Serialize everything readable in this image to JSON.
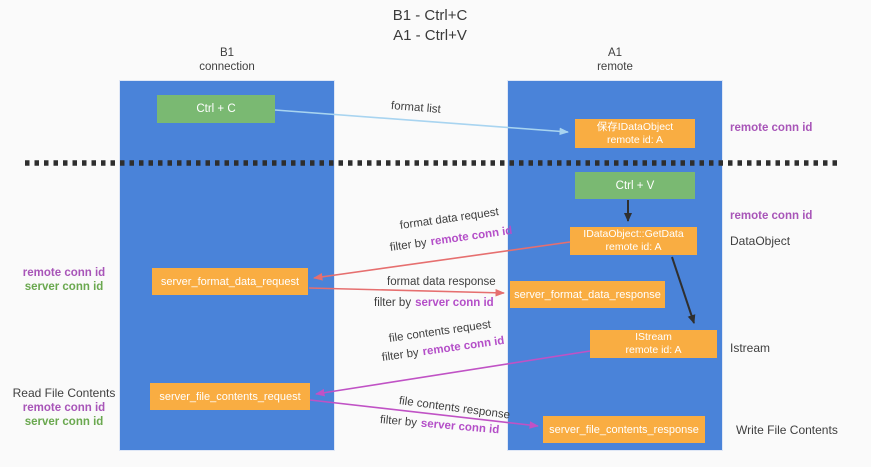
{
  "title": {
    "line1": "B1 - Ctrl+C",
    "line2": "A1 - Ctrl+V"
  },
  "lanes": {
    "left": {
      "name": "B1",
      "subtitle": "connection"
    },
    "right": {
      "name": "A1",
      "subtitle": "remote"
    }
  },
  "nodes": {
    "ctrl_c": {
      "label": "Ctrl + C"
    },
    "ctrl_v": {
      "label": "Ctrl + V"
    },
    "save_dataobject": {
      "line1": "保存IDataObject",
      "line2": "remote id: A"
    },
    "getdata": {
      "line1": "IDataObject::GetData",
      "line2": "remote id: A"
    },
    "istream": {
      "line1": "IStream",
      "line2": "remote id: A"
    },
    "format_request": {
      "label": "server_format_data_request"
    },
    "format_response": {
      "label": "server_format_data_response"
    },
    "file_request": {
      "label": "server_file_contents_request"
    },
    "file_response": {
      "label": "server_file_contents_response"
    }
  },
  "side_labels": {
    "right_top_conn": "remote conn id",
    "right_mid_conn": "remote conn id",
    "dataobject": "DataObject",
    "istream": "Istream",
    "write_file": "Write File Contents",
    "left_top": {
      "remote": "remote conn id",
      "server": "server conn id"
    },
    "left_bottom": {
      "title": "Read File Contents",
      "remote": "remote conn id",
      "server": "server conn id"
    }
  },
  "arrow_labels": {
    "format_list": "format list",
    "format_request": {
      "text": "format data request",
      "filter_prefix": "filter by",
      "conn": "remote conn id"
    },
    "format_response": {
      "text": "format data response",
      "filter_prefix": "filter by",
      "conn": "server conn id"
    },
    "file_request": {
      "text": "file contents request",
      "filter_prefix": "filter by",
      "conn": "remote conn id"
    },
    "file_response": {
      "text": "file contents response",
      "filter_prefix": "filter by",
      "conn": "server conn id"
    }
  },
  "colors": {
    "lane_blue": "#4a83d9",
    "node_orange": "#f9ad42",
    "node_green": "#7ab972",
    "arrow_red": "#e66f6f",
    "arrow_magenta": "#c052c5",
    "arrow_lightblue": "#a8d4f0",
    "label_purple": "#a855b8",
    "label_green": "#6aa84f",
    "text_dark": "#3f3f3f"
  }
}
